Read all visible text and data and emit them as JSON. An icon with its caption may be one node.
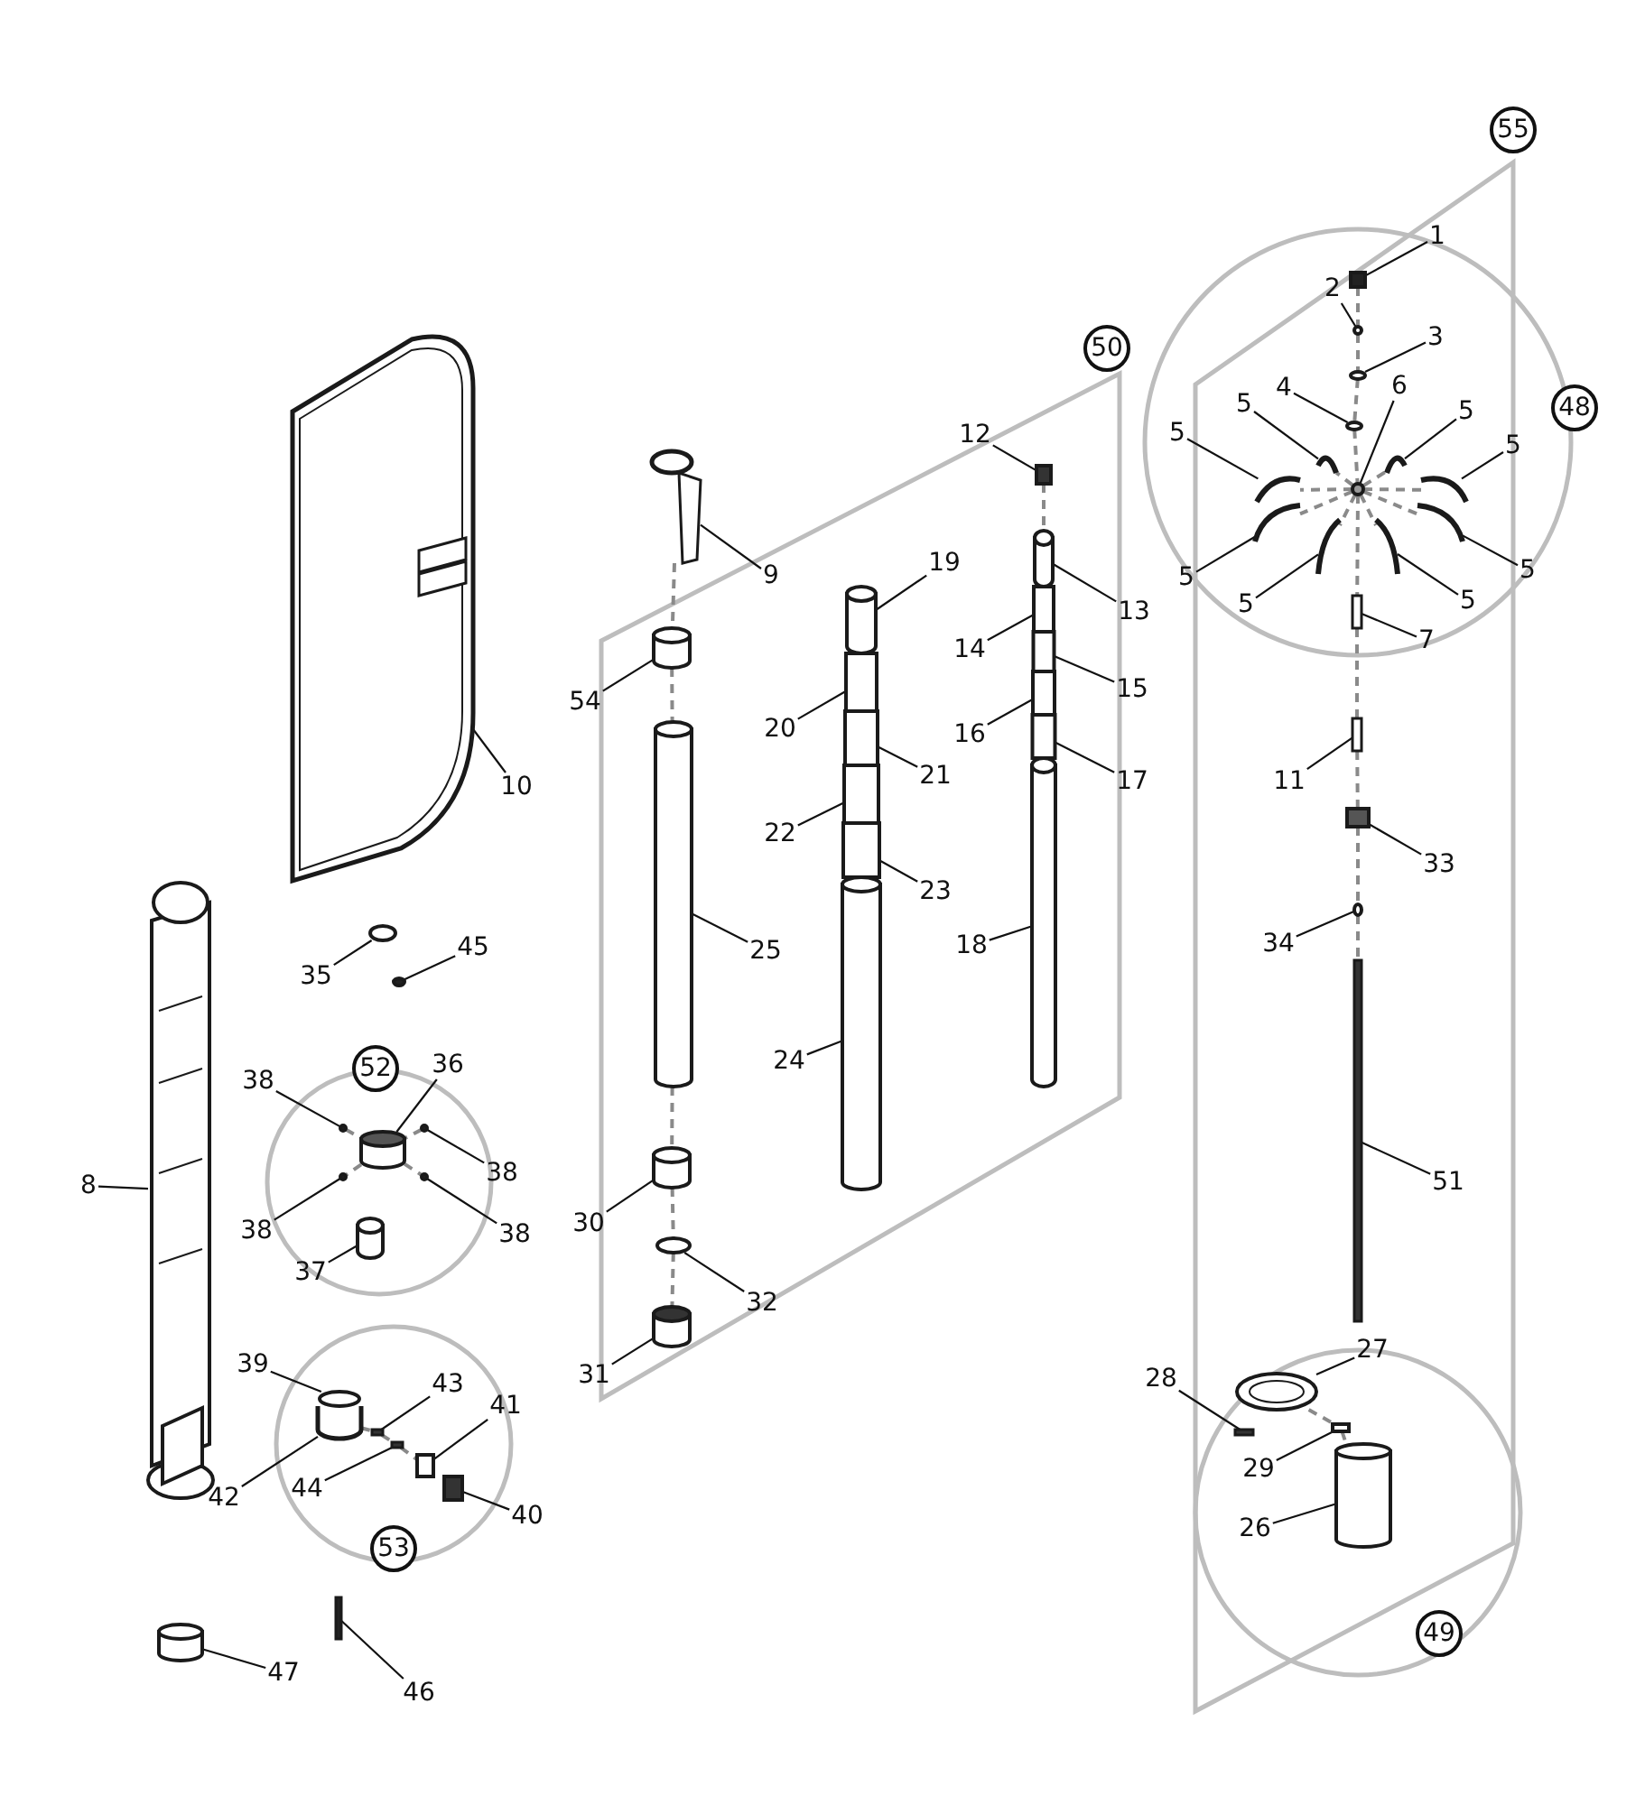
{
  "diagram": {
    "nodes": [
      {
        "text": [
          "55"
        ]
      },
      {
        "text": [
          "1"
        ]
      },
      {
        "text": [
          "2"
        ]
      },
      {
        "text": [
          "3"
        ]
      },
      {
        "text": [
          "50"
        ]
      },
      {
        "text": [
          "4"
        ]
      },
      {
        "text": [
          "6"
        ]
      },
      {
        "text": [
          "48"
        ]
      },
      {
        "text": [
          "5"
        ]
      },
      {
        "text": [
          "5"
        ]
      },
      {
        "text": [
          "5"
        ]
      },
      {
        "text": [
          "5"
        ]
      },
      {
        "text": [
          "12"
        ]
      },
      {
        "text": [
          "19"
        ]
      },
      {
        "text": [
          "9"
        ]
      },
      {
        "text": [
          "5"
        ]
      },
      {
        "text": [
          "5"
        ]
      },
      {
        "text": [
          "5"
        ]
      },
      {
        "text": [
          "5"
        ]
      },
      {
        "text": [
          "13"
        ]
      },
      {
        "text": [
          "7"
        ]
      },
      {
        "text": [
          "14"
        ]
      },
      {
        "text": [
          "15"
        ]
      },
      {
        "text": [
          "54"
        ]
      },
      {
        "text": [
          "20"
        ]
      },
      {
        "text": [
          "21"
        ]
      },
      {
        "text": [
          "16"
        ]
      },
      {
        "text": [
          "17"
        ]
      },
      {
        "text": [
          "11"
        ]
      },
      {
        "text": [
          "10"
        ]
      },
      {
        "text": [
          "22"
        ]
      },
      {
        "text": [
          "33"
        ]
      },
      {
        "text": [
          "23"
        ]
      },
      {
        "text": [
          "18"
        ]
      },
      {
        "text": [
          "25"
        ]
      },
      {
        "text": [
          "34"
        ]
      },
      {
        "text": [
          "35"
        ]
      },
      {
        "text": [
          "45"
        ]
      },
      {
        "text": [
          "24"
        ]
      },
      {
        "text": [
          "52"
        ]
      },
      {
        "text": [
          "36"
        ]
      },
      {
        "text": [
          "38"
        ]
      },
      {
        "text": [
          "38"
        ]
      },
      {
        "text": [
          "51"
        ]
      },
      {
        "text": [
          "8"
        ]
      },
      {
        "text": [
          "30"
        ]
      },
      {
        "text": [
          "38"
        ]
      },
      {
        "text": [
          "38"
        ]
      },
      {
        "text": [
          "37"
        ]
      },
      {
        "text": [
          "32"
        ]
      },
      {
        "text": [
          "27"
        ]
      },
      {
        "text": [
          "39"
        ]
      },
      {
        "text": [
          "31"
        ]
      },
      {
        "text": [
          "43"
        ]
      },
      {
        "text": [
          "28"
        ]
      },
      {
        "text": [
          "41"
        ]
      },
      {
        "text": [
          "29"
        ]
      },
      {
        "text": [
          "42"
        ]
      },
      {
        "text": [
          "44"
        ]
      },
      {
        "text": [
          "40"
        ]
      },
      {
        "text": [
          "26"
        ]
      },
      {
        "text": [
          "53"
        ]
      },
      {
        "text": [
          "49"
        ]
      },
      {
        "text": [
          "47"
        ]
      },
      {
        "text": [
          "46"
        ]
      },
      {
        "text": [],
        "shape": "box"
      },
      {
        "text": [],
        "shape": "circle"
      },
      {
        "text": [],
        "shape": "circle"
      },
      {
        "text": [],
        "shape": "circle"
      },
      {
        "text": [],
        "shape": "circle"
      },
      {
        "text": [],
        "shape": "picture"
      },
      {
        "text": [],
        "shape": "picture"
      },
      {
        "text": [],
        "shape": "picture"
      },
      {
        "text": [],
        "shape": "picture"
      },
      {
        "text": [],
        "shape": "box"
      },
      {
        "text": [],
        "shape": "cylinder"
      },
      {
        "text": [],
        "shape": "picture"
      },
      {
        "text": [],
        "shape": "picture"
      },
      {
        "text": [],
        "shape": "picture"
      },
      {
        "text": [],
        "shape": "picture"
      },
      {
        "text": [],
        "shape": "picture"
      },
      {
        "text": [],
        "shape": "cylinder"
      },
      {
        "text": [],
        "shape": "bar"
      },
      {
        "text": [],
        "shape": "box"
      },
      {
        "text": [],
        "shape": "box"
      },
      {
        "text": [],
        "shape": "cylinder"
      },
      {
        "text": [],
        "shape": "box"
      },
      {
        "text": [],
        "shape": "box"
      },
      {
        "text": [],
        "shape": "box"
      },
      {
        "text": [],
        "shape": "box"
      },
      {
        "text": [],
        "shape": "bar"
      },
      {
        "text": [],
        "shape": "picture"
      },
      {
        "text": [],
        "shape": "box"
      },
      {
        "text": [],
        "shape": "box"
      },
      {
        "text": [],
        "shape": "box"
      },
      {
        "text": [],
        "shape": "cylinder"
      },
      {
        "text": [],
        "shape": "cylinder"
      },
      {
        "text": [],
        "shape": "circle"
      },
      {
        "text": [],
        "shape": "circle"
      },
      {
        "text": [],
        "shape": "circle"
      },
      {
        "text": [],
        "shape": "cylinder"
      },
      {
        "text": [],
        "shape": "cylinder"
      },
      {
        "text": [],
        "shape": "circle"
      },
      {
        "text": [],
        "shape": "circle"
      },
      {
        "text": [],
        "shape": "bar"
      },
      {
        "text": [],
        "shape": "picture"
      },
      {
        "text": [],
        "shape": "cylinder"
      },
      {
        "text": [],
        "shape": "circle"
      },
      {
        "text": [],
        "shape": "circle"
      },
      {
        "text": [],
        "shape": "cylinder"
      },
      {
        "text": [],
        "shape": "circle"
      },
      {
        "text": [],
        "shape": "picture"
      },
      {
        "text": [],
        "shape": "circle"
      },
      {
        "text": [],
        "shape": "cylinder"
      },
      {
        "text": [],
        "shape": "bar"
      },
      {
        "text": [],
        "shape": "bar"
      },
      {
        "text": [],
        "shape": "box"
      },
      {
        "text": [],
        "shape": "box"
      },
      {
        "text": [],
        "shape": "picture"
      },
      {
        "text": [],
        "shape": "bar"
      },
      {
        "text": [],
        "shape": "box"
      },
      {
        "text": [],
        "shape": "cylinder"
      },
      {
        "text": [],
        "shape": "cylinder"
      },
      {
        "text": [],
        "shape": "bar"
      }
    ],
    "edges": [
      {
        "from": 1,
        "to": 65,
        "arrow": "none"
      },
      {
        "from": 2,
        "to": 66,
        "arrow": "none"
      },
      {
        "from": 3,
        "to": 67,
        "arrow": "none"
      },
      {
        "from": 5,
        "to": 68,
        "arrow": "none"
      },
      {
        "from": 6,
        "to": 69,
        "arrow": "none"
      },
      {
        "from": 8,
        "to": 70,
        "arrow": "none"
      },
      {
        "from": 9,
        "to": 71,
        "arrow": "none"
      },
      {
        "from": 10,
        "to": 72,
        "arrow": "none"
      },
      {
        "from": 11,
        "to": 73,
        "arrow": "none"
      },
      {
        "from": 12,
        "to": 74,
        "arrow": "none"
      },
      {
        "from": 13,
        "to": 75,
        "arrow": "none"
      },
      {
        "from": 14,
        "to": 76,
        "arrow": "none"
      },
      {
        "from": 15,
        "to": 77,
        "arrow": "none"
      },
      {
        "from": 16,
        "to": 78,
        "arrow": "none"
      },
      {
        "from": 17,
        "to": 79,
        "arrow": "none"
      },
      {
        "from": 18,
        "to": 80,
        "arrow": "none"
      },
      {
        "from": 19,
        "to": 81,
        "arrow": "none"
      },
      {
        "from": 20,
        "to": 82,
        "arrow": "none"
      },
      {
        "from": 21,
        "to": 83,
        "arrow": "none"
      },
      {
        "from": 22,
        "to": 84,
        "arrow": "none"
      },
      {
        "from": 23,
        "to": 85,
        "arrow": "none"
      },
      {
        "from": 24,
        "to": 86,
        "arrow": "none"
      },
      {
        "from": 25,
        "to": 87,
        "arrow": "none"
      },
      {
        "from": 26,
        "to": 88,
        "arrow": "none"
      },
      {
        "from": 27,
        "to": 89,
        "arrow": "none"
      },
      {
        "from": 28,
        "to": 90,
        "arrow": "none"
      },
      {
        "from": 29,
        "to": 91,
        "arrow": "none"
      },
      {
        "from": 30,
        "to": 92,
        "arrow": "none"
      },
      {
        "from": 31,
        "to": 93,
        "arrow": "none"
      },
      {
        "from": 32,
        "to": 94,
        "arrow": "none"
      },
      {
        "from": 33,
        "to": 95,
        "arrow": "none"
      },
      {
        "from": 34,
        "to": 96,
        "arrow": "none"
      },
      {
        "from": 35,
        "to": 97,
        "arrow": "none"
      },
      {
        "from": 36,
        "to": 98,
        "arrow": "none"
      },
      {
        "from": 37,
        "to": 99,
        "arrow": "none"
      },
      {
        "from": 38,
        "to": 100,
        "arrow": "none"
      },
      {
        "from": 40,
        "to": 101,
        "arrow": "none"
      },
      {
        "from": 41,
        "to": 102,
        "arrow": "none"
      },
      {
        "from": 42,
        "to": 103,
        "arrow": "none"
      },
      {
        "from": 43,
        "to": 104,
        "arrow": "none"
      },
      {
        "from": 44,
        "to": 105,
        "arrow": "none"
      },
      {
        "from": 45,
        "to": 106,
        "arrow": "none"
      },
      {
        "from": 46,
        "to": 107,
        "arrow": "none"
      },
      {
        "from": 47,
        "to": 108,
        "arrow": "none"
      },
      {
        "from": 48,
        "to": 109,
        "arrow": "none"
      },
      {
        "from": 49,
        "to": 110,
        "arrow": "none"
      },
      {
        "from": 50,
        "to": 111,
        "arrow": "none"
      },
      {
        "from": 51,
        "to": 112,
        "arrow": "none"
      },
      {
        "from": 52,
        "to": 113,
        "arrow": "none"
      },
      {
        "from": 53,
        "to": 114,
        "arrow": "none"
      },
      {
        "from": 54,
        "to": 115,
        "arrow": "none"
      },
      {
        "from": 55,
        "to": 116,
        "arrow": "none"
      },
      {
        "from": 56,
        "to": 117,
        "arrow": "none"
      },
      {
        "from": 57,
        "to": 118,
        "arrow": "none"
      },
      {
        "from": 58,
        "to": 119,
        "arrow": "none"
      },
      {
        "from": 59,
        "to": 120,
        "arrow": "none"
      },
      {
        "from": 60,
        "to": 121,
        "arrow": "none"
      },
      {
        "from": 63,
        "to": 122,
        "arrow": "none"
      },
      {
        "from": 64,
        "to": 123,
        "arrow": "none"
      },
      {
        "from": 76,
        "to": 85,
        "arrow": "none",
        "style": "dashed",
        "color": "#8a8a8a"
      },
      {
        "from": 85,
        "to": 96,
        "arrow": "none",
        "style": "dashed",
        "color": "#8a8a8a"
      },
      {
        "from": 96,
        "to": 106,
        "arrow": "none",
        "style": "dashed",
        "color": "#8a8a8a"
      },
      {
        "from": 106,
        "to": 110,
        "arrow": "none",
        "style": "dashed",
        "color": "#8a8a8a"
      },
      {
        "from": 110,
        "to": 113,
        "arrow": "none",
        "style": "dashed",
        "color": "#8a8a8a"
      },
      {
        "from": 74,
        "to": 81,
        "arrow": "none",
        "style": "dashed",
        "color": "#8a8a8a"
      },
      {
        "from": 65,
        "to": 66,
        "arrow": "none",
        "style": "dashed",
        "color": "#8a8a8a"
      },
      {
        "from": 66,
        "to": 67,
        "arrow": "none",
        "style": "dashed",
        "color": "#8a8a8a"
      },
      {
        "from": 67,
        "to": 68,
        "arrow": "none",
        "style": "dashed",
        "color": "#8a8a8a"
      },
      {
        "from": 68,
        "to": 69,
        "arrow": "none",
        "style": "dashed",
        "color": "#8a8a8a"
      },
      {
        "from": 69,
        "to": 82,
        "arrow": "none",
        "style": "dashed",
        "color": "#8a8a8a"
      },
      {
        "from": 82,
        "to": 90,
        "arrow": "none",
        "style": "dashed",
        "color": "#8a8a8a"
      },
      {
        "from": 90,
        "to": 93,
        "arrow": "none",
        "style": "dashed",
        "color": "#8a8a8a"
      },
      {
        "from": 93,
        "to": 97,
        "arrow": "none",
        "style": "dashed",
        "color": "#8a8a8a"
      },
      {
        "from": 97,
        "to": 104,
        "arrow": "none",
        "style": "dashed",
        "color": "#8a8a8a"
      },
      {
        "from": 69,
        "to": 70,
        "arrow": "none",
        "style": "dashed",
        "color": "#8a8a8a"
      },
      {
        "from": 69,
        "to": 71,
        "arrow": "none",
        "style": "dashed",
        "color": "#8a8a8a"
      },
      {
        "from": 69,
        "to": 72,
        "arrow": "none",
        "style": "dashed",
        "color": "#8a8a8a"
      },
      {
        "from": 69,
        "to": 73,
        "arrow": "none",
        "style": "dashed",
        "color": "#8a8a8a"
      },
      {
        "from": 69,
        "to": 77,
        "arrow": "none",
        "style": "dashed",
        "color": "#8a8a8a"
      },
      {
        "from": 69,
        "to": 78,
        "arrow": "none",
        "style": "dashed",
        "color": "#8a8a8a"
      },
      {
        "from": 69,
        "to": 79,
        "arrow": "none",
        "style": "dashed",
        "color": "#8a8a8a"
      },
      {
        "from": 69,
        "to": 80,
        "arrow": "none",
        "style": "dashed",
        "color": "#8a8a8a"
      },
      {
        "from": 102,
        "to": 101,
        "arrow": "none",
        "style": "dashed",
        "color": "#8a8a8a"
      },
      {
        "from": 101,
        "to": 108,
        "arrow": "none",
        "style": "dashed",
        "color": "#8a8a8a"
      },
      {
        "from": 103,
        "to": 101,
        "arrow": "none",
        "style": "dashed",
        "color": "#8a8a8a"
      },
      {
        "from": 101,
        "to": 107,
        "arrow": "none",
        "style": "dashed",
        "color": "#8a8a8a"
      },
      {
        "from": 118,
        "to": 114,
        "arrow": "none",
        "style": "dashed",
        "color": "#8a8a8a"
      },
      {
        "from": 114,
        "to": 119,
        "arrow": "none",
        "style": "dashed",
        "color": "#8a8a8a"
      },
      {
        "from": 119,
        "to": 116,
        "arrow": "none",
        "style": "dashed",
        "color": "#8a8a8a"
      },
      {
        "from": 111,
        "to": 117,
        "arrow": "none",
        "style": "dashed",
        "color": "#8a8a8a"
      },
      {
        "from": 117,
        "to": 121,
        "arrow": "none",
        "style": "dashed",
        "color": "#8a8a8a"
      }
    ]
  }
}
